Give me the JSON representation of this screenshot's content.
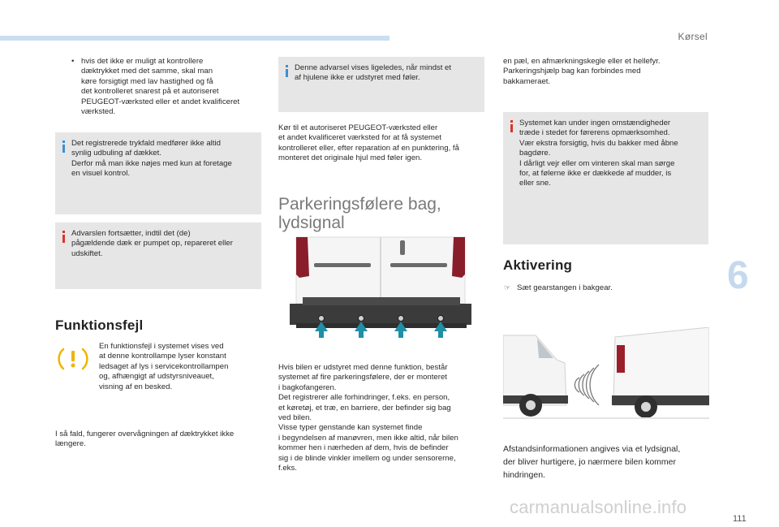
{
  "header": {
    "section": "Kørsel",
    "chapter": "6",
    "page": "111"
  },
  "col1": {
    "bullet": "hvis det ikke er muligt at kontrollere\ndæktrykket med det samme, skal man\nkøre forsigtigt med lav hastighed og få\ndet kontrolleret snarest på et autoriseret\nPEUGEOT-værksted eller et andet kvalificeret\nværksted.",
    "info_box": "Det registrerede trykfald medfører ikke altid\nsynlig udbuling af dækket.\nDerfor må man ikke nøjes med kun at foretage\nen visuel kontrol.",
    "warn_box": "Advarslen fortsætter, indtil det (de)\npågældende dæk er pumpet op, repareret eller\nudskiftet.",
    "funktionsfejl_title": "Funktionsfejl",
    "fault_text": "En funktionsfejl i systemet vises ved\nat denne kontrollampe lyser konstant\nledsaget af lys i servicekontrollampen\nog, afhængigt af udstyrsniveauet,\nvisning af en besked.",
    "fault_footer": "I så fald, fungerer overvågningen af dæktrykket ikke\nlængere."
  },
  "col2": {
    "info_box": "Denne advarsel vises ligeledes, når mindst et\naf hjulene ikke er udstyret med føler.",
    "repair_text": "Kør til et autoriseret PEUGEOT-værksted eller\net andet kvalificeret værksted for at få systemet\nkontrolleret eller, efter reparation af en punktering, få\nmonteret det originale hjul med føler igen.",
    "park_title": "Parkeringsfølere bag,\nlydsignal",
    "park_text": "Hvis bilen er udstyret med denne funktion, består\nsystemet af fire parkeringsfølere, der er monteret\ni bagkofangeren.\nDet registrerer alle forhindringer, f.eks. en person,\net køretøj, et træ, en barriere, der befinder sig bag\nved bilen.\nVisse typer genstande kan systemet finde\ni begyndelsen af manøvren, men ikke altid, når bilen\nkommer hen i nærheden af dem, hvis de befinder\nsig i de blinde vinkler imellem og under sensorerne,\nf.eks."
  },
  "col3": {
    "top_text": "en pæl, en afmærkningskegle eller et hellefyr.\nParkeringshjælp bag kan forbindes med\nbakkameraet.",
    "warn_box": "Systemet kan under ingen omstændigheder\ntræde i stedet for førerens opmærksomhed.\nVær ekstra forsigtig, hvis du bakker med åbne\nbagdøre.\nI dårligt vejr eller om vinteren skal man sørge\nfor, at følerne ikke er dækkede af mudder, is\neller sne.",
    "aktivering_title": "Aktivering",
    "step": "Sæt gearstangen i bakgear.",
    "step_icon": "arrow-right-icon",
    "afstand_text": "Afstandsinformationen angives via et lydsignal,\nder bliver hurtigere, jo nærmere bilen kommer\nhindringen."
  },
  "watermark": "carmanualsonline.info",
  "colors": {
    "info": "#3c8fd3",
    "warn": "#d9352b",
    "box": "#e6e6e6",
    "accent": "#1f8fa6",
    "chapter": "#c5d9ee"
  }
}
